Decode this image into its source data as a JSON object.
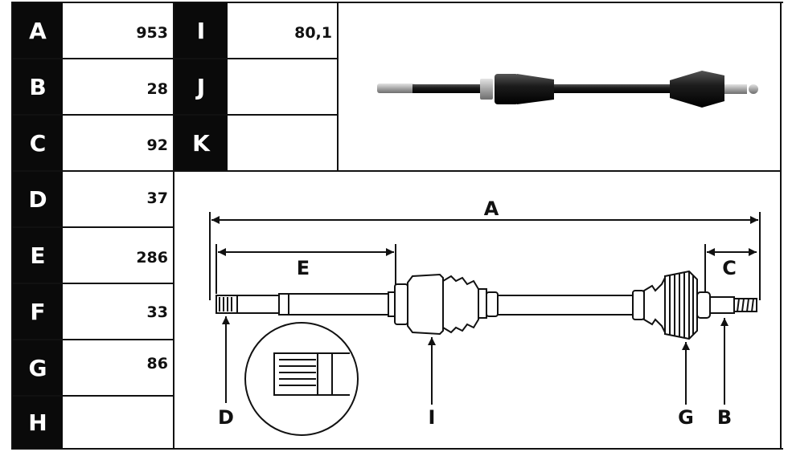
{
  "left_table": [
    {
      "letter": "A",
      "value": "953"
    },
    {
      "letter": "B",
      "value": "28"
    },
    {
      "letter": "C",
      "value": "92"
    },
    {
      "letter": "D",
      "value": "37"
    },
    {
      "letter": "E",
      "value": "286"
    },
    {
      "letter": "F",
      "value": "33"
    },
    {
      "letter": "G",
      "value": "86"
    },
    {
      "letter": "H",
      "value": ""
    }
  ],
  "mid_table": [
    {
      "letter": "I",
      "value": "80,1"
    },
    {
      "letter": "J",
      "value": ""
    },
    {
      "letter": "K",
      "value": ""
    }
  ],
  "diagram": {
    "labels": {
      "A": "A",
      "B": "B",
      "C": "C",
      "D": "D",
      "E": "E",
      "G": "G",
      "I": "I"
    }
  },
  "colors": {
    "ink": "#111111",
    "cell_bg": "#0a0a0a",
    "shaft": "#2a2a2a",
    "steel": "#b8b8b8"
  }
}
